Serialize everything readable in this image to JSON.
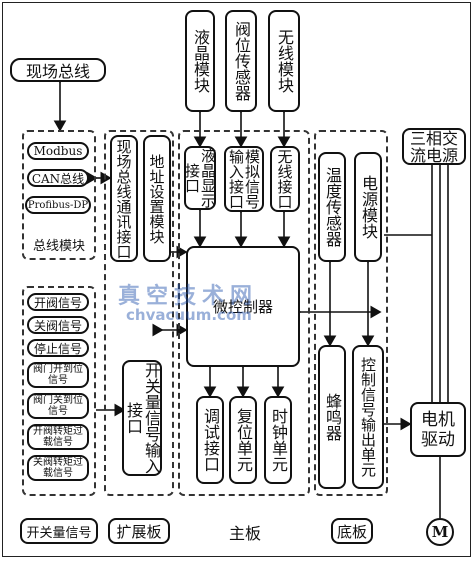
{
  "top_modules": {
    "lcd": "液晶模块",
    "valve_sensor": "阀位传感器",
    "wireless": "无线模块"
  },
  "field_bus": "现场总线",
  "bus_group": {
    "modbus": "Modbus",
    "can": "CAN总线",
    "profibus": "Profibus-DP",
    "label": "总线模块"
  },
  "signals": {
    "items": [
      "开阀信号",
      "关阀信号",
      "停止信号",
      "阀门开到位信号",
      "阀门关到位信号",
      "开阀转矩过载信号",
      "关阀转矩过载信号"
    ],
    "label": "开关量信号"
  },
  "expansion": {
    "fieldbus_iface": "现场总线通讯接口",
    "address_module": "地址设置模块",
    "switch_io": "开关量信号输入接口",
    "label": "扩展板"
  },
  "mainboard": {
    "lcd_iface": "液晶显示接口",
    "analog_iface": "模拟信号输入接口",
    "wireless_iface": "无线接口",
    "controller": "微控制器",
    "debug": "调试接口",
    "reset": "复位单元",
    "clock": "时钟单元",
    "label": "主板"
  },
  "baseboard": {
    "temp": "温度传感器",
    "power": "电源模块",
    "buzzer": "蜂鸣器",
    "ctrl_out": "控制信号输出单元",
    "label": "底板"
  },
  "three_phase": "三相交流电源",
  "motor_drive": "电机驱动",
  "motor": "M",
  "watermark": {
    "cn": "真空技术网",
    "url": "chvacuum.com"
  }
}
